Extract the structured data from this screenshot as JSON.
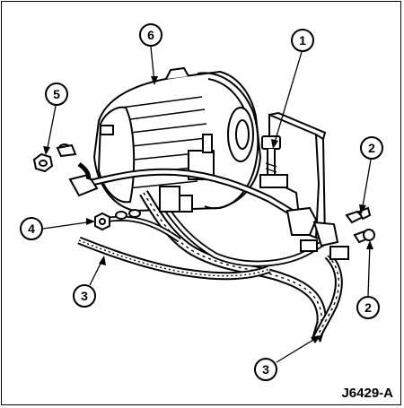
{
  "figure_id": "J6429-A",
  "callouts": [
    {
      "id": "callout-6",
      "label": "6"
    },
    {
      "id": "callout-1",
      "label": "1"
    },
    {
      "id": "callout-5",
      "label": "5"
    },
    {
      "id": "callout-2a",
      "label": "2"
    },
    {
      "id": "callout-4",
      "label": "4"
    },
    {
      "id": "callout-3a",
      "label": "3"
    },
    {
      "id": "callout-2b",
      "label": "2"
    },
    {
      "id": "callout-3b",
      "label": "3"
    }
  ]
}
